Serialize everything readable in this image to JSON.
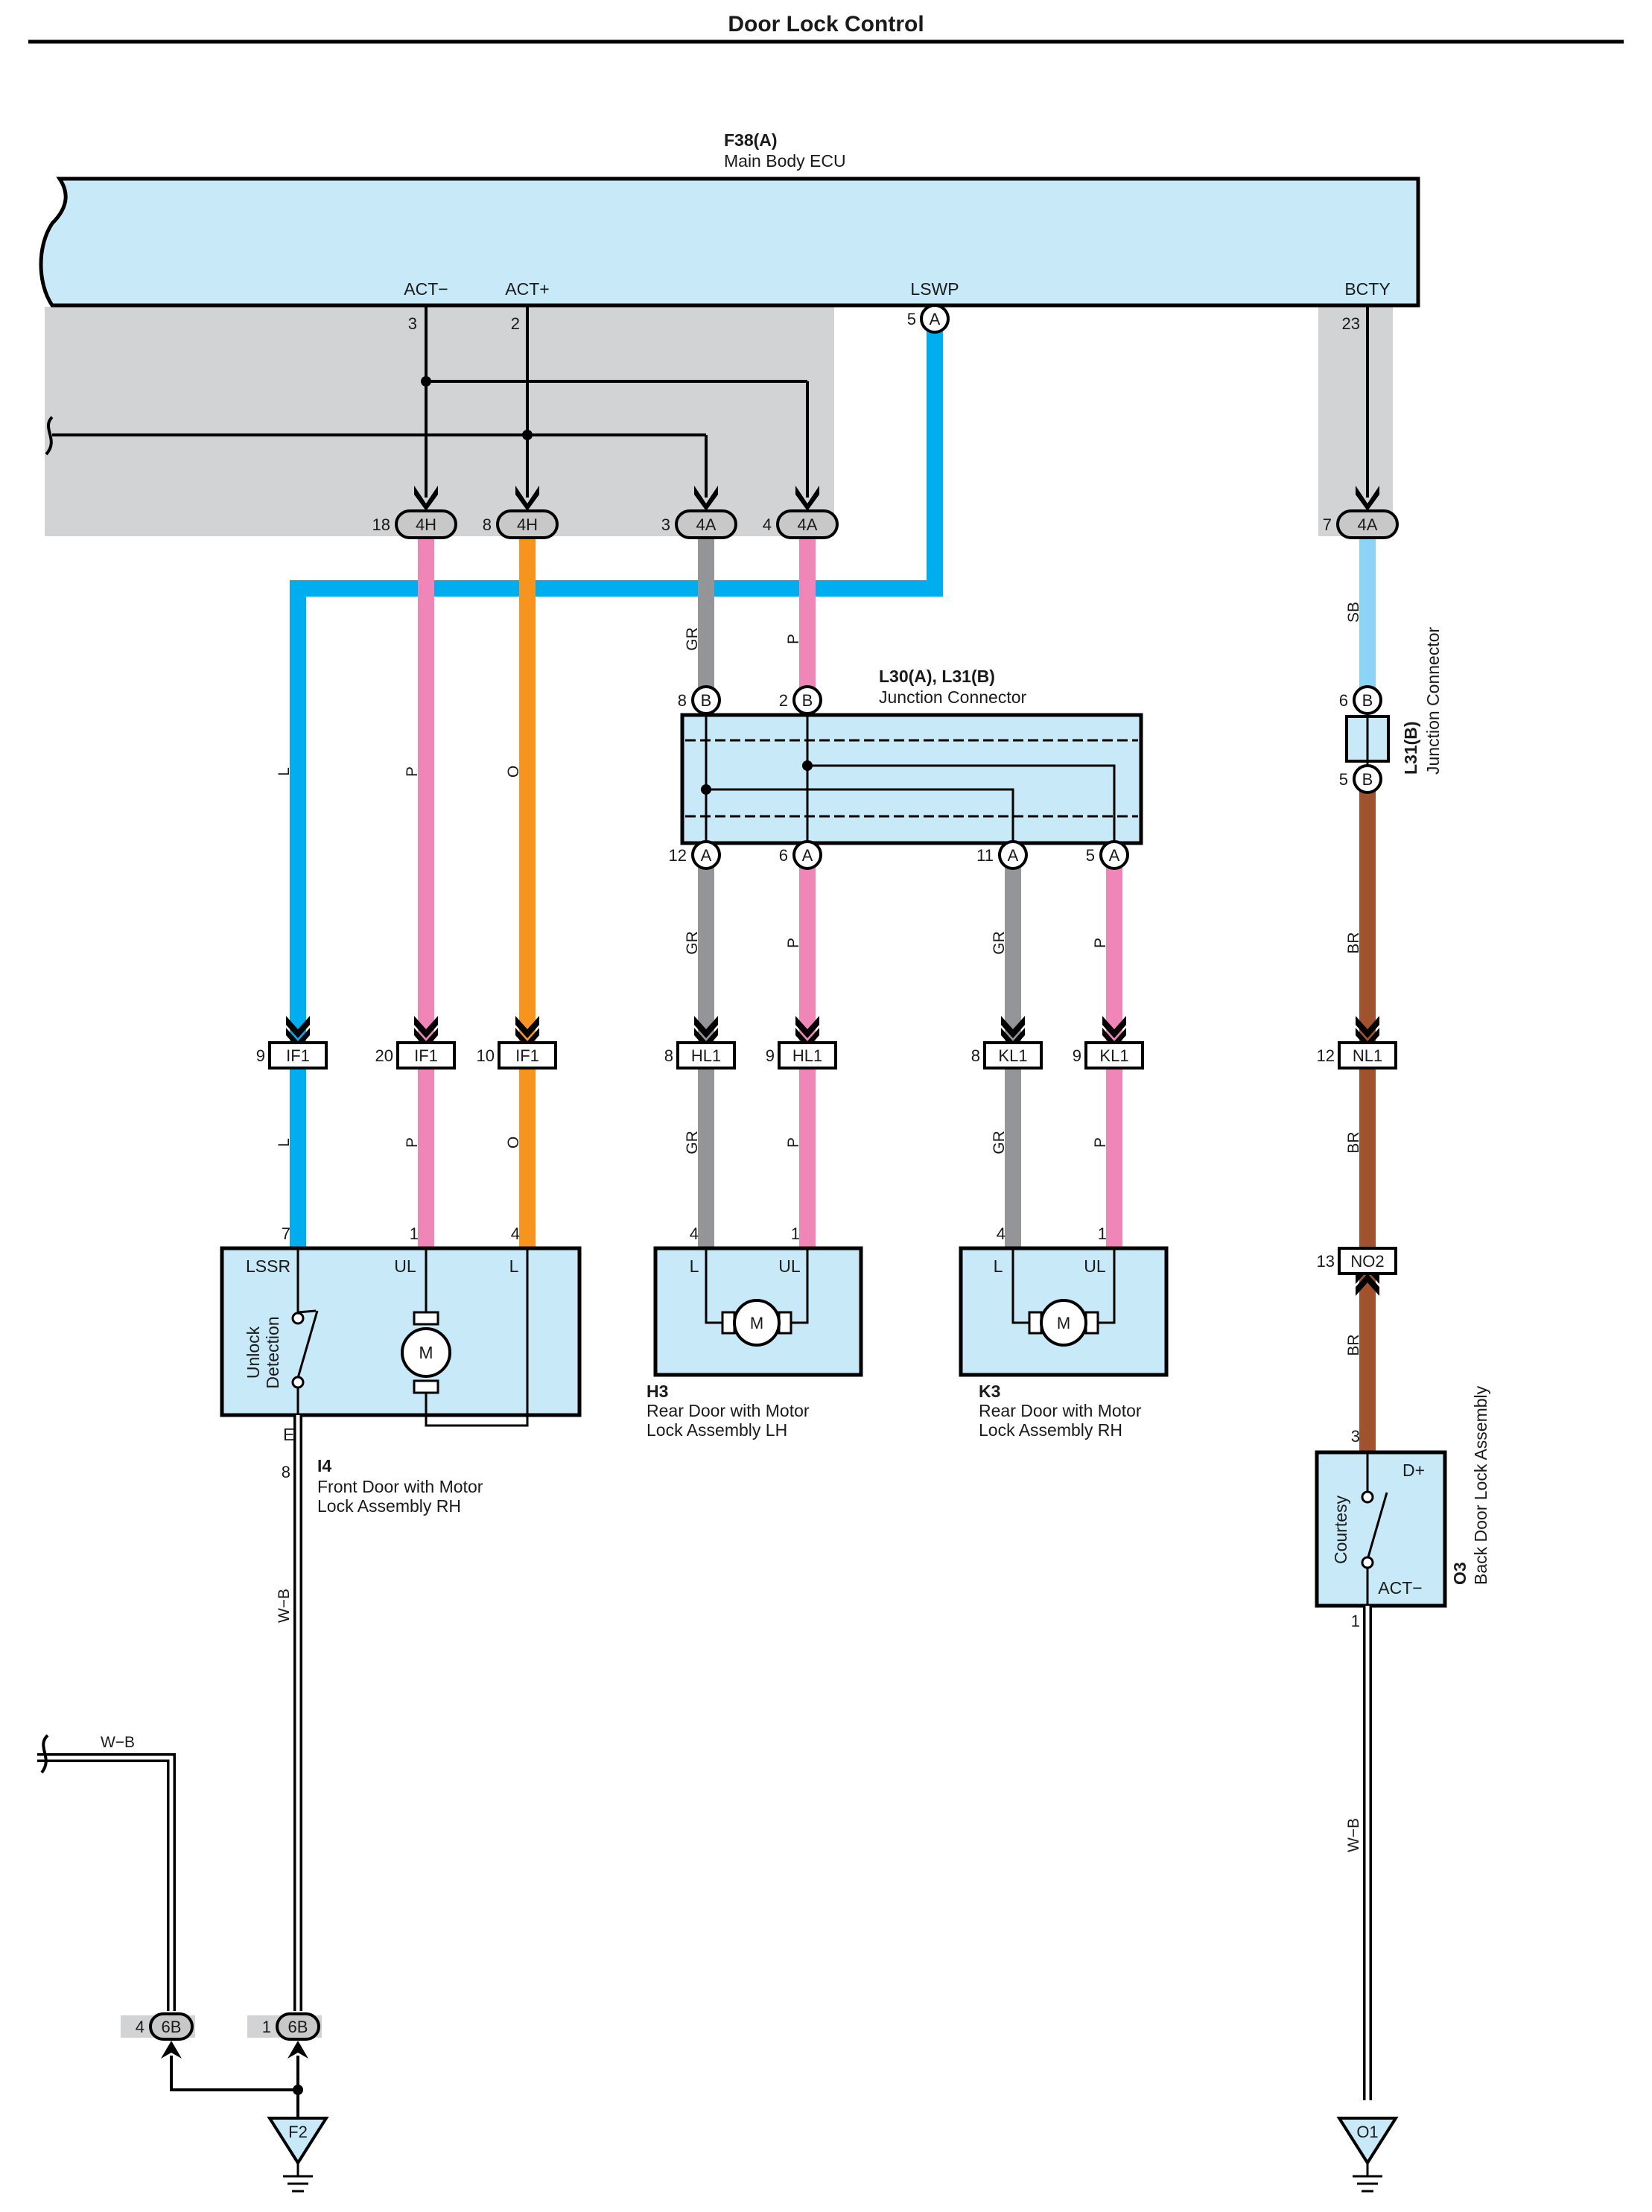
{
  "title": "Door Lock Control",
  "ecu": {
    "code": "F38(A)",
    "name": "Main Body ECU",
    "pins": {
      "act_minus": "ACT−",
      "act_plus": "ACT+",
      "lswp": "LSWP",
      "bcty": "BCTY"
    },
    "pin_numbers": {
      "act_minus": "3",
      "act_plus": "2",
      "lswp": "5",
      "bcty": "23"
    }
  },
  "junction_connector": {
    "code": "L30(A), L31(B)",
    "name": "Junction Connector",
    "pins": {
      "b8": "8",
      "b2": "2",
      "a12": "12",
      "a6": "6",
      "a11": "11",
      "a5": "5"
    }
  },
  "l31b": {
    "code": "L31(B)",
    "name": "Junction Connector",
    "pin_top": "6",
    "pin_bottom": "5"
  },
  "inline_connectors": {
    "c1": {
      "pin": "18",
      "code": "4H"
    },
    "c2": {
      "pin": "8",
      "code": "4H"
    },
    "c3": {
      "pin": "3",
      "code": "4A"
    },
    "c4": {
      "pin": "4",
      "code": "4A"
    },
    "c5": {
      "pin": "7",
      "code": "4A"
    }
  },
  "mid_connectors": {
    "if1a": {
      "pin": "9",
      "code": "IF1"
    },
    "if1b": {
      "pin": "20",
      "code": "IF1"
    },
    "if1c": {
      "pin": "10",
      "code": "IF1"
    },
    "hl1a": {
      "pin": "8",
      "code": "HL1"
    },
    "hl1b": {
      "pin": "9",
      "code": "HL1"
    },
    "kl1a": {
      "pin": "8",
      "code": "KL1"
    },
    "kl1b": {
      "pin": "9",
      "code": "KL1"
    },
    "nl1": {
      "pin": "12",
      "code": "NL1"
    },
    "no2": {
      "pin": "13",
      "code": "NO2"
    }
  },
  "jc_letters": {
    "a": "A",
    "b": "B"
  },
  "wire_colors": {
    "L": "L",
    "P": "P",
    "O": "O",
    "GR": "GR",
    "SB": "SB",
    "BR": "BR",
    "WB": "W−B"
  },
  "front_door": {
    "code": "I4",
    "name_line1": "Front Door with Motor",
    "name_line2": "Lock Assembly RH",
    "terms": {
      "lssr": "LSSR",
      "ul": "UL",
      "l": "L",
      "e": "E"
    },
    "pins": {
      "lssr": "7",
      "ul": "1",
      "l": "4",
      "e": "8"
    },
    "detect_line1": "Unlock",
    "detect_line2": "Detection",
    "motor": "M"
  },
  "rear_lh": {
    "code": "H3",
    "name_line1": "Rear Door with Motor",
    "name_line2": "Lock Assembly LH",
    "terms": {
      "l": "L",
      "ul": "UL"
    },
    "pins": {
      "l": "4",
      "ul": "1"
    },
    "motor": "M"
  },
  "rear_rh": {
    "code": "K3",
    "name_line1": "Rear Door with Motor",
    "name_line2": "Lock Assembly RH",
    "terms": {
      "l": "L",
      "ul": "UL"
    },
    "pins": {
      "l": "4",
      "ul": "1"
    },
    "motor": "M"
  },
  "back_door": {
    "code": "O3",
    "name": "Back Door Lock Assembly",
    "terms": {
      "dplus": "D+",
      "act": "ACT−"
    },
    "pins": {
      "top": "3",
      "bottom": "1"
    },
    "switch_label": "Courtesy"
  },
  "ground_connectors": {
    "g1": {
      "pin": "4",
      "code": "6B"
    },
    "g2": {
      "pin": "1",
      "code": "6B"
    }
  },
  "grounds": {
    "f2": "F2",
    "o1": "O1"
  },
  "colors": {
    "blue": "#00aeef",
    "pink": "#f086b8",
    "orange": "#f7941d",
    "gray": "#939598",
    "brown": "#a0522d",
    "sky": "#8dd3f5",
    "box": "#c8eaf8",
    "shade": "#d1d3d4"
  }
}
